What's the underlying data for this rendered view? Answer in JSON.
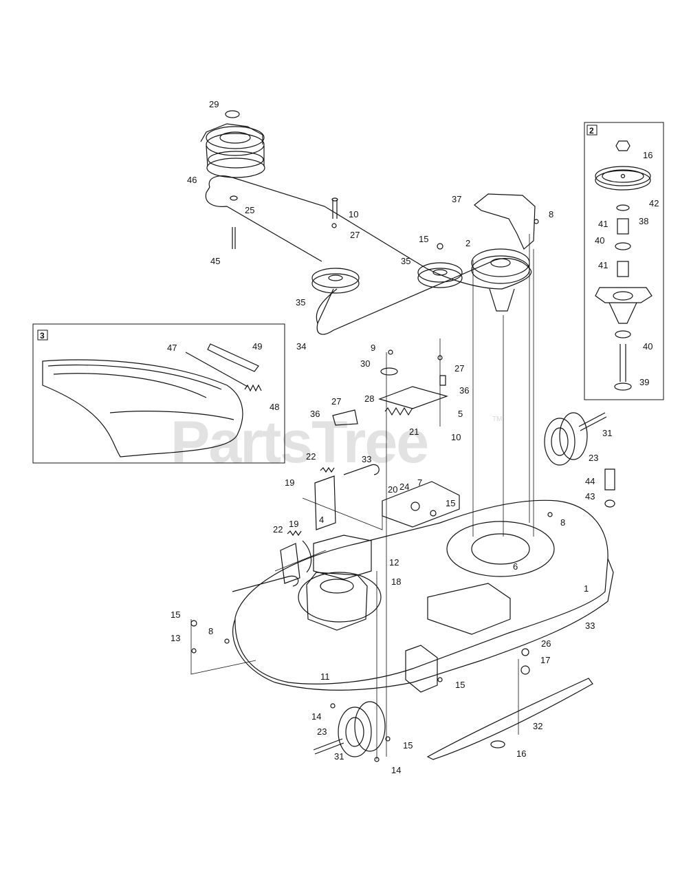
{
  "watermark": {
    "text": "PartsTree",
    "trademark": "TM"
  },
  "insets": [
    {
      "id": "2"
    },
    {
      "id": "3"
    }
  ],
  "callouts": [
    {
      "n": "29"
    },
    {
      "n": "46"
    },
    {
      "n": "25"
    },
    {
      "n": "45"
    },
    {
      "n": "10"
    },
    {
      "n": "27"
    },
    {
      "n": "35"
    },
    {
      "n": "15"
    },
    {
      "n": "35"
    },
    {
      "n": "2"
    },
    {
      "n": "37"
    },
    {
      "n": "8"
    },
    {
      "n": "34"
    },
    {
      "n": "9"
    },
    {
      "n": "30"
    },
    {
      "n": "27"
    },
    {
      "n": "36"
    },
    {
      "n": "28"
    },
    {
      "n": "27"
    },
    {
      "n": "36"
    },
    {
      "n": "5"
    },
    {
      "n": "21"
    },
    {
      "n": "10"
    },
    {
      "n": "31"
    },
    {
      "n": "23"
    },
    {
      "n": "22"
    },
    {
      "n": "33"
    },
    {
      "n": "19"
    },
    {
      "n": "4"
    },
    {
      "n": "24"
    },
    {
      "n": "7"
    },
    {
      "n": "20"
    },
    {
      "n": "15"
    },
    {
      "n": "8"
    },
    {
      "n": "44"
    },
    {
      "n": "43"
    },
    {
      "n": "22"
    },
    {
      "n": "19"
    },
    {
      "n": "12"
    },
    {
      "n": "18"
    },
    {
      "n": "6"
    },
    {
      "n": "33"
    },
    {
      "n": "1"
    },
    {
      "n": "15"
    },
    {
      "n": "13"
    },
    {
      "n": "8"
    },
    {
      "n": "11"
    },
    {
      "n": "26"
    },
    {
      "n": "17"
    },
    {
      "n": "15"
    },
    {
      "n": "14"
    },
    {
      "n": "23"
    },
    {
      "n": "15"
    },
    {
      "n": "32"
    },
    {
      "n": "31"
    },
    {
      "n": "16"
    },
    {
      "n": "14"
    },
    {
      "n": "16"
    },
    {
      "n": "42"
    },
    {
      "n": "38"
    },
    {
      "n": "41"
    },
    {
      "n": "40"
    },
    {
      "n": "41"
    },
    {
      "n": "40"
    },
    {
      "n": "39"
    },
    {
      "n": "47"
    },
    {
      "n": "49"
    },
    {
      "n": "48"
    }
  ]
}
